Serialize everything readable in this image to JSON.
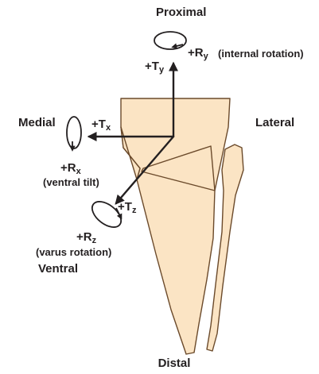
{
  "orientation": {
    "proximal": "Proximal",
    "distal": "Distal",
    "medial": "Medial",
    "lateral": "Lateral",
    "ventral": "Ventral"
  },
  "axes": {
    "ty": {
      "sign": "+T",
      "sub": "y"
    },
    "tx": {
      "sign": "+T",
      "sub": "x"
    },
    "tz": {
      "sign": "+T",
      "sub": "z"
    },
    "ry": {
      "sign": "+R",
      "sub": "y",
      "note": "(internal rotation)"
    },
    "rx": {
      "sign": "+R",
      "sub": "x",
      "note": "(ventral tilt)"
    },
    "rz": {
      "sign": "+R",
      "sub": "z",
      "note": "(varus rotation)"
    }
  },
  "colors": {
    "bone_fill": "#fbe4c4",
    "bone_outline": "#6b4a2b",
    "arrow": "#231f20",
    "text": "#231f20"
  }
}
